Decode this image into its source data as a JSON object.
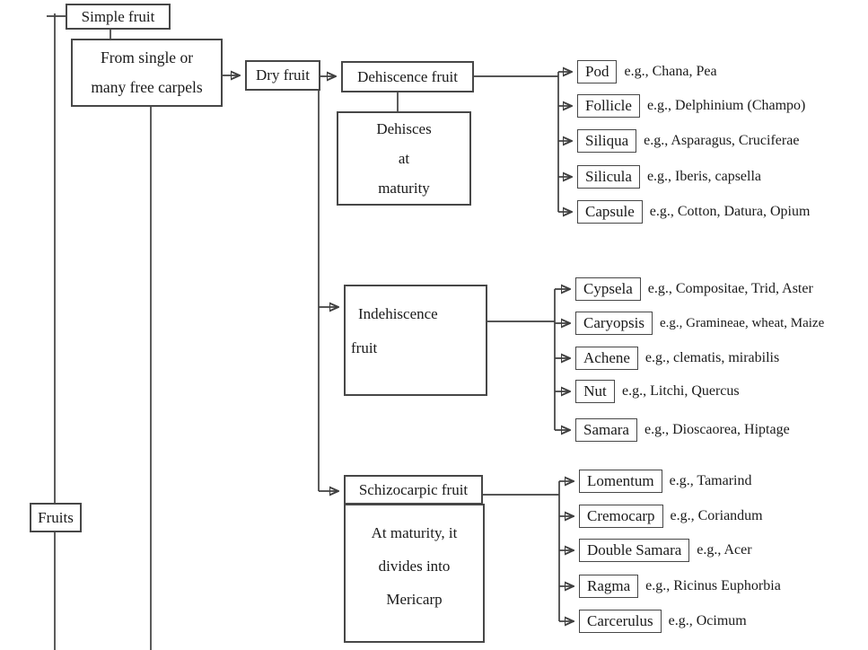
{
  "nodes": {
    "fruits": {
      "label": "Fruits"
    },
    "simple_fruit": {
      "label": "Simple fruit"
    },
    "free_carpels": {
      "line1": "From single or",
      "line2": "many free carpels"
    },
    "dry_fruit": {
      "label": "Dry fruit"
    },
    "dehiscence": {
      "label": "Dehiscence fruit",
      "note": {
        "line1": "Dehisces",
        "line2": "at",
        "line3": "maturity"
      }
    },
    "indehiscence": {
      "line1": "Indehiscence",
      "line2": "fruit"
    },
    "schizocarpic": {
      "label": "Schizocarpic fruit",
      "note": {
        "line1": "At maturity, it",
        "line2": "divides into",
        "line3": "Mericarp"
      }
    }
  },
  "groups": [
    {
      "parent_id": "dehiscence",
      "items": [
        {
          "label": "Pod",
          "example": "e.g., Chana, Pea"
        },
        {
          "label": "Follicle",
          "example": "e.g., Delphinium (Champo)"
        },
        {
          "label": "Siliqua",
          "example": "e.g., Asparagus, Cruciferae"
        },
        {
          "label": "Silicula",
          "example": "e.g., Iberis, capsella"
        },
        {
          "label": "Capsule",
          "example": "e.g., Cotton, Datura, Opium"
        }
      ]
    },
    {
      "parent_id": "indehiscence",
      "items": [
        {
          "label": "Cypsela",
          "example": "e.g., Compositae, Trid, Aster"
        },
        {
          "label": "Caryopsis",
          "example": "e.g., Gramineae, wheat, Maize"
        },
        {
          "label": "Achene",
          "example": "e.g., clematis, mirabilis"
        },
        {
          "label": "Nut",
          "example": "e.g., Litchi, Quercus"
        },
        {
          "label": "Samara",
          "example": "e.g., Dioscaorea, Hiptage"
        }
      ]
    },
    {
      "parent_id": "schizocarpic",
      "items": [
        {
          "label": "Lomentum",
          "example": "e.g., Tamarind"
        },
        {
          "label": "Cremocarp",
          "example": "e.g., Coriandum"
        },
        {
          "label": "Double Samara",
          "example": "e.g., Acer"
        },
        {
          "label": "Ragma",
          "example": "e.g., Ricinus Euphorbia"
        },
        {
          "label": "Carcerulus",
          "example": "e.g., Ocimum"
        }
      ]
    }
  ],
  "colors": {
    "line": "#3f3f3f",
    "text": "#1a1a1a",
    "background": "#ffffff"
  }
}
